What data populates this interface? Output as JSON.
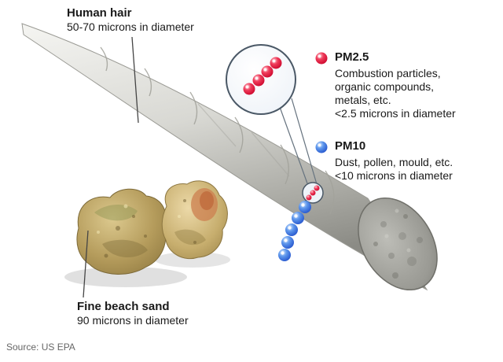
{
  "diagram": {
    "human_hair": {
      "title": "Human hair",
      "subtitle": "50-70 microns in diameter"
    },
    "pm25": {
      "label": "PM2.5",
      "lines": [
        "Combustion particles,",
        "organic compounds,",
        "metals, etc.",
        "<2.5 microns in diameter"
      ]
    },
    "pm10": {
      "label": "PM10",
      "lines": [
        "Dust, pollen, mould, etc.",
        "<10 microns in diameter"
      ]
    },
    "beach_sand": {
      "title": "Fine beach sand",
      "subtitle": "90 microns in diameter"
    },
    "source": "Source: US EPA",
    "colors": {
      "pm25": "#df1038",
      "pm10": "#3f7de0",
      "hair": "#c9c9c4",
      "sand": "#c3ab66"
    }
  }
}
